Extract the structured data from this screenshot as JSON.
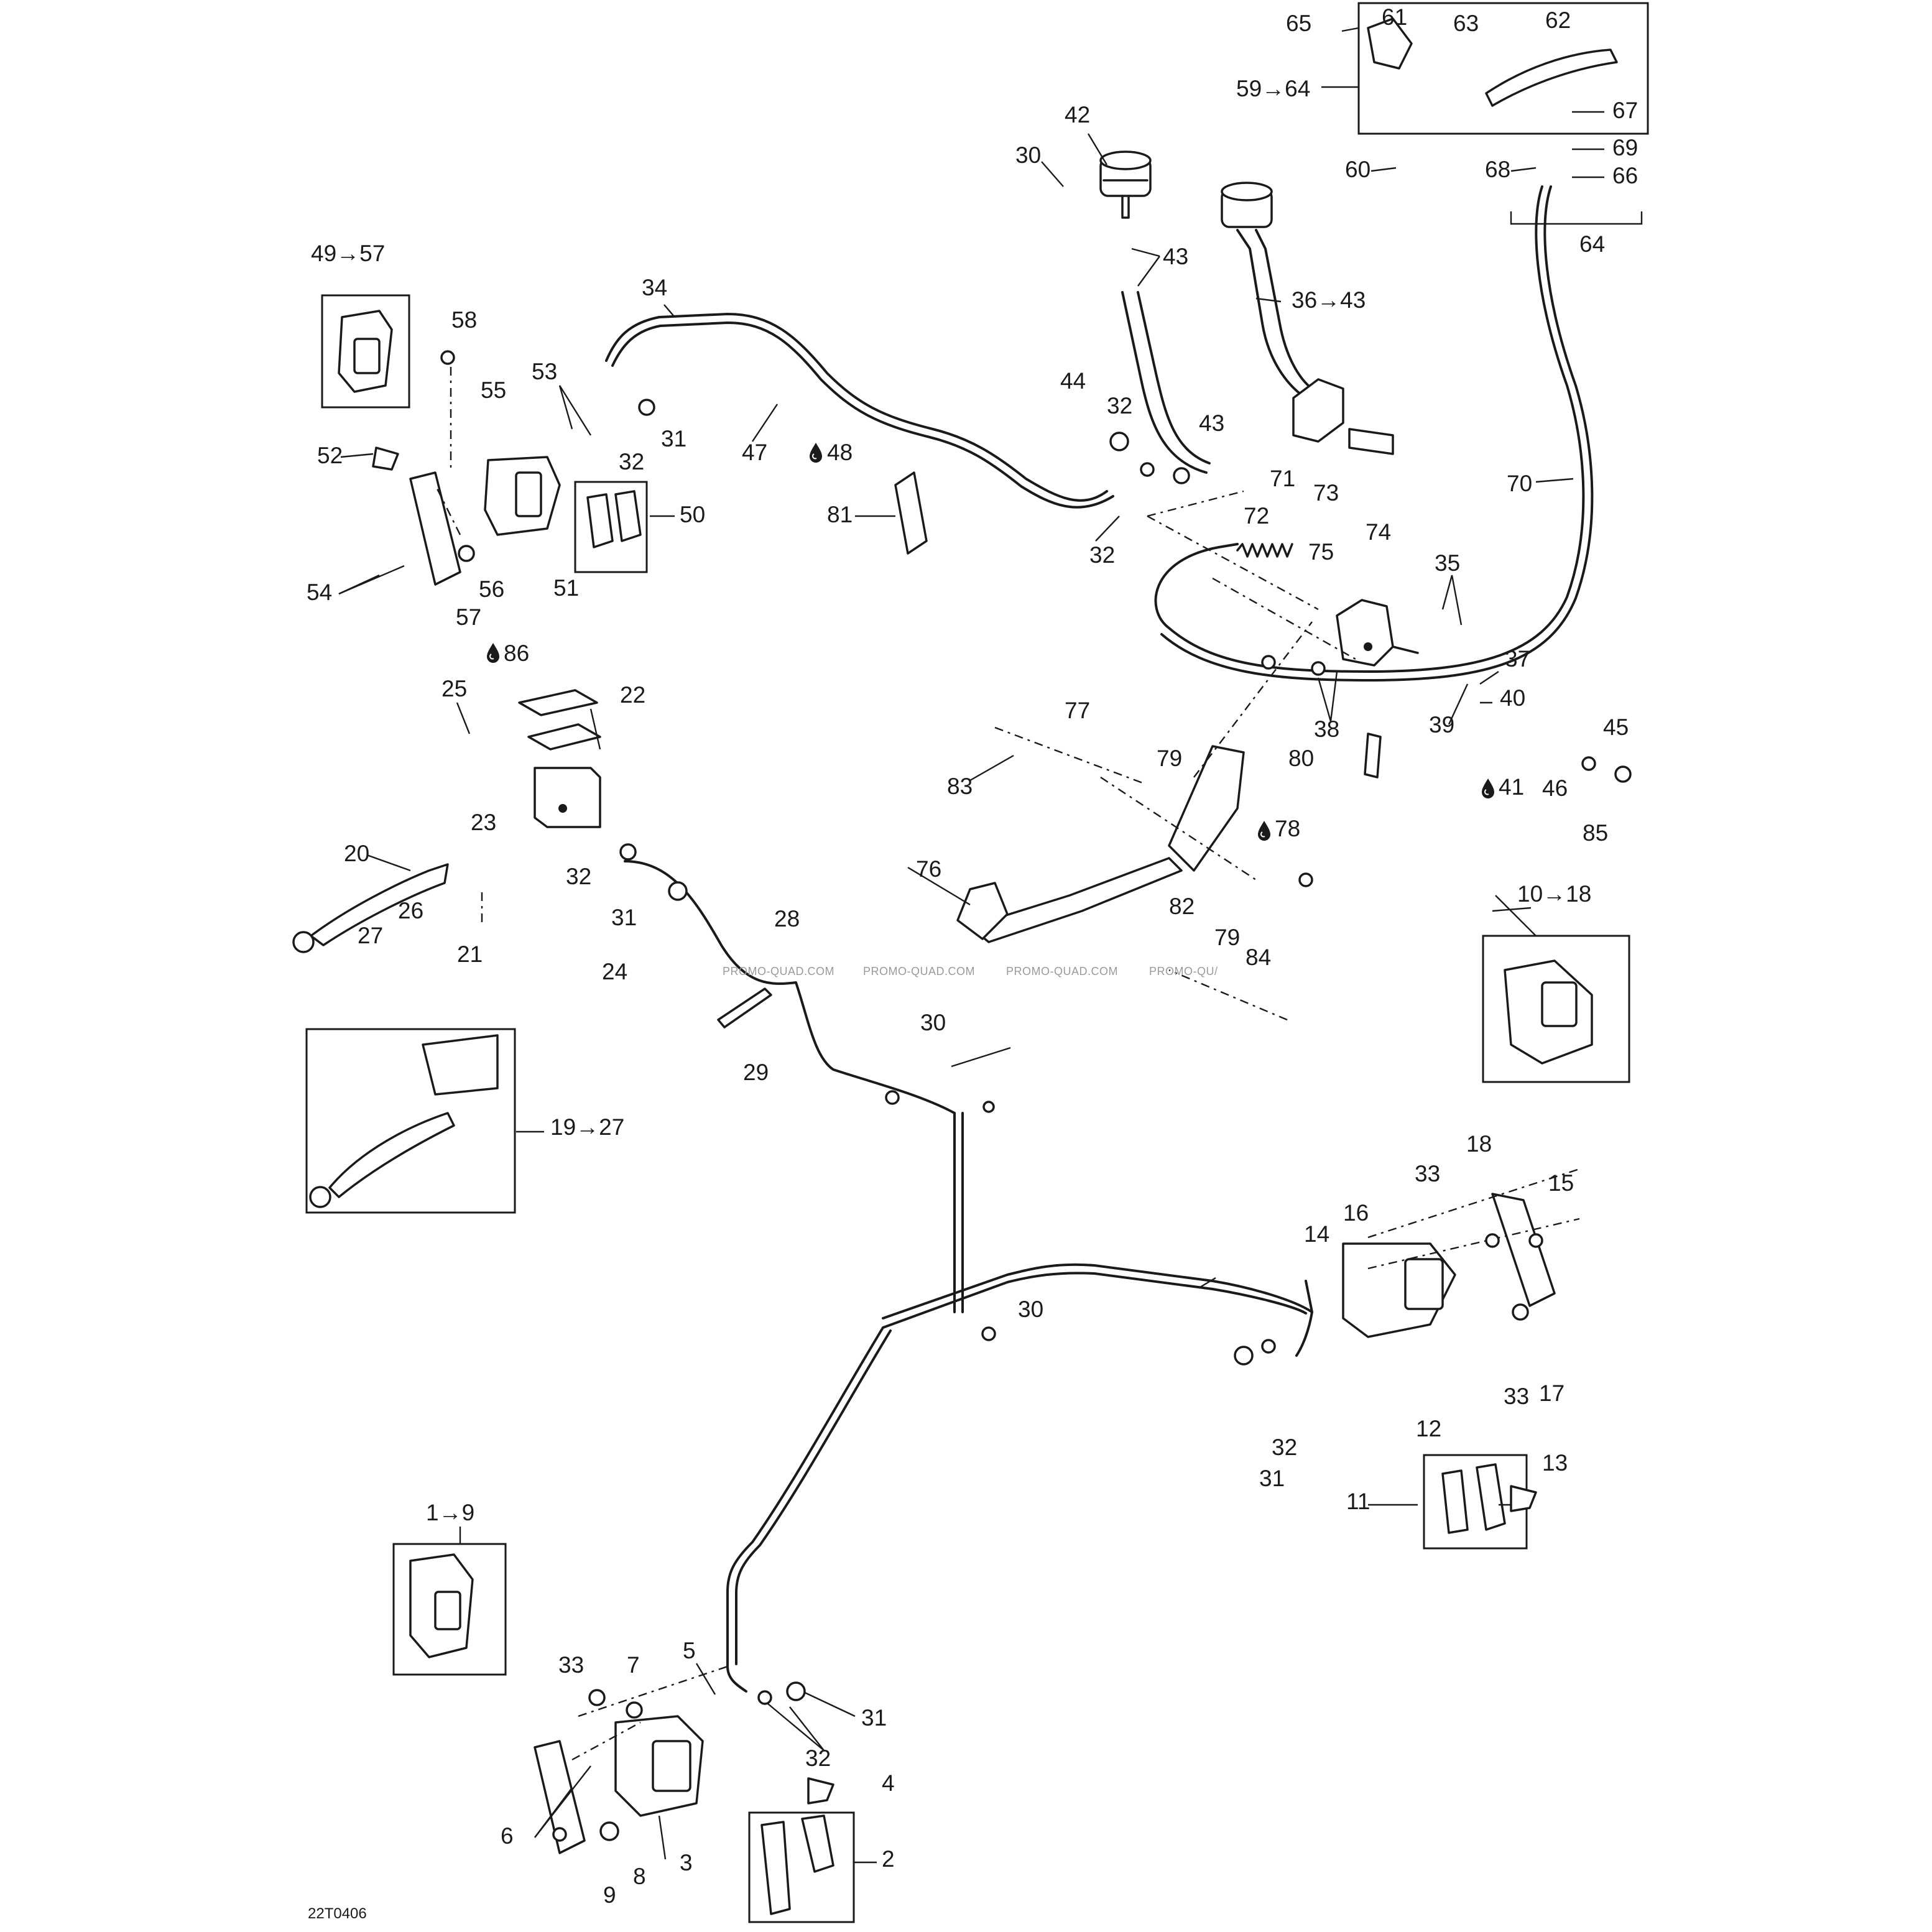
{
  "diagram": {
    "code": "22T0406",
    "watermark": "PROMO-QUAD.COM",
    "watermark_cut": "PROMO-QU/",
    "symbols": {
      "oil_drop": "oil-drop-icon",
      "arrow": "→"
    },
    "labels": {
      "l1to9": "1→9",
      "l2": "2",
      "l3": "3",
      "l4": "4",
      "l5": "5",
      "l6": "6",
      "l7": "7",
      "l8": "8",
      "l9": "9",
      "l10to18": "10→18",
      "l11": "11",
      "l12": "12",
      "l13": "13",
      "l14": "14",
      "l15": "15",
      "l16": "16",
      "l17": "17",
      "l18": "18",
      "l19to27": "19→27",
      "l20": "20",
      "l21": "21",
      "l22": "22",
      "l23": "23",
      "l24": "24",
      "l25": "25",
      "l26": "26",
      "l27": "27",
      "l28": "28",
      "l29": "29",
      "l30a": "30",
      "l30b": "30",
      "l30c": "30",
      "l31a": "31",
      "l31b": "31",
      "l31c": "31",
      "l31d": "31",
      "l32a": "32",
      "l32b": "32",
      "l32c": "32",
      "l32d": "32",
      "l32e": "32",
      "l32f": "32",
      "l33a": "33",
      "l33b": "33",
      "l33c": "33",
      "l34": "34",
      "l35": "35",
      "l36to43": "36→43",
      "l37": "37",
      "l38": "38",
      "l39": "39",
      "l40": "40",
      "l41": "41",
      "l42": "42",
      "l43a": "43",
      "l43b": "43",
      "l44": "44",
      "l45": "45",
      "l46": "46",
      "l47": "47",
      "l48": "48",
      "l49to57": "49→57",
      "l50": "50",
      "l51": "51",
      "l52": "52",
      "l53": "53",
      "l54": "54",
      "l55": "55",
      "l56": "56",
      "l57": "57",
      "l58": "58",
      "l59to64": "59→64",
      "l60": "60",
      "l61": "61",
      "l62": "62",
      "l63": "63",
      "l64": "64",
      "l65": "65",
      "l66": "66",
      "l67": "67",
      "l68": "68",
      "l69": "69",
      "l70": "70",
      "l71": "71",
      "l72": "72",
      "l73": "73",
      "l74": "74",
      "l75": "75",
      "l76": "76",
      "l77": "77",
      "l78": "78",
      "l79a": "79",
      "l79b": "79",
      "l80": "80",
      "l81": "81",
      "l82": "82",
      "l83": "83",
      "l84": "84",
      "l85": "85",
      "l86": "86"
    }
  }
}
